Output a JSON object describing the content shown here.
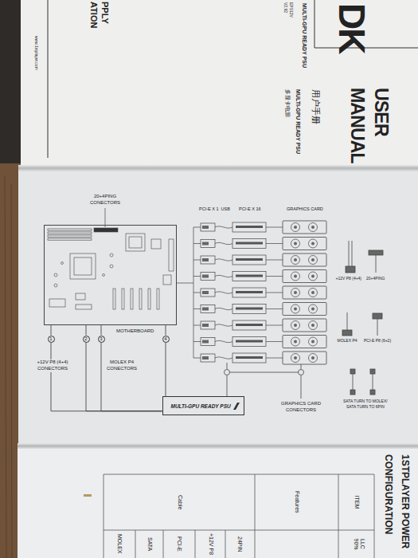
{
  "diagram": {
    "nodes": [
      {
        "text": [
          "MOTHERBOARD"
        ]
      },
      {
        "text": [
          "1"
        ]
      },
      {
        "text": [
          "2"
        ]
      },
      {
        "text": [
          "3"
        ]
      },
      {
        "text": [
          "4"
        ]
      },
      {
        "text": [
          "MULTI-GPU READY PSU"
        ]
      }
    ],
    "edges": [
      {
        "from": 1,
        "to": 0,
        "arrow": "none"
      },
      {
        "from": 2,
        "to": 0,
        "arrow": "none"
      },
      {
        "from": 3,
        "to": 0,
        "arrow": "none"
      },
      {
        "from": 4,
        "to": 0,
        "arrow": "none"
      },
      {
        "from": 5,
        "to": 1,
        "arrow": "none"
      },
      {
        "from": 5,
        "to": 2,
        "arrow": "none"
      },
      {
        "from": 5,
        "to": 3,
        "arrow": "none"
      },
      {
        "from": 5,
        "to": 4,
        "arrow": "none"
      }
    ],
    "labels": [
      "DK",
      "MULTI-GPU READY PSU",
      "EPS12V",
      "V2.92",
      "PPLY",
      "ATION",
      "www.1stplayer.com",
      "USER MANUAL",
      "用户手册",
      "MULTI-GPU READY PSU",
      "多显卡电源",
      "20+4PING CONECTORS",
      "PCI-E X 1",
      "USB",
      "PCI-E X 16",
      "GRAPHICS CARD",
      "+12V P8 (4+4) CONECTORS",
      "MOLEX P4 CONECTORS",
      "GRAPHICS CARD CONECTORS",
      "+12V P8 (4+4)",
      "20+4PING",
      "MOLEX P4",
      "PCI-E P8 (6+2)",
      "SATA TURN TO MOLEX/",
      "SATA TURN TO 6PIN",
      "1STPLAYER POWER CONFIGURATION",
      "ITEM",
      "LLC 90%",
      "Features",
      "Cable",
      "24PIN",
      "+12V P8",
      "PCI-E",
      "SATA",
      "MOLEX"
    ]
  }
}
